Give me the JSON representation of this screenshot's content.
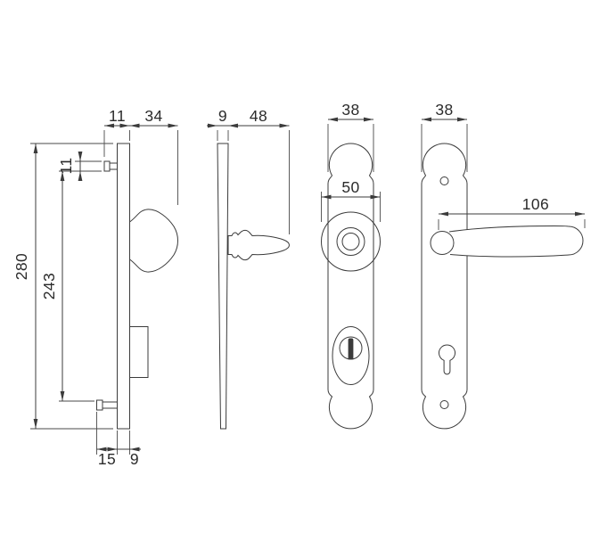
{
  "page": {
    "background": "#ffffff",
    "line_color": "#3b3b3b",
    "text_color": "#2b2b2b"
  },
  "dimensions": {
    "view1_top": [
      "11",
      "34"
    ],
    "view2_top": [
      "9",
      "48"
    ],
    "view3_top": [
      "38"
    ],
    "view4_top": [
      "38"
    ],
    "view3_diameter": [
      "50"
    ],
    "view4_length": [
      "106"
    ],
    "left_vertical": [
      "280",
      "243",
      "11"
    ],
    "view1_bottom": [
      "15",
      "9"
    ]
  }
}
